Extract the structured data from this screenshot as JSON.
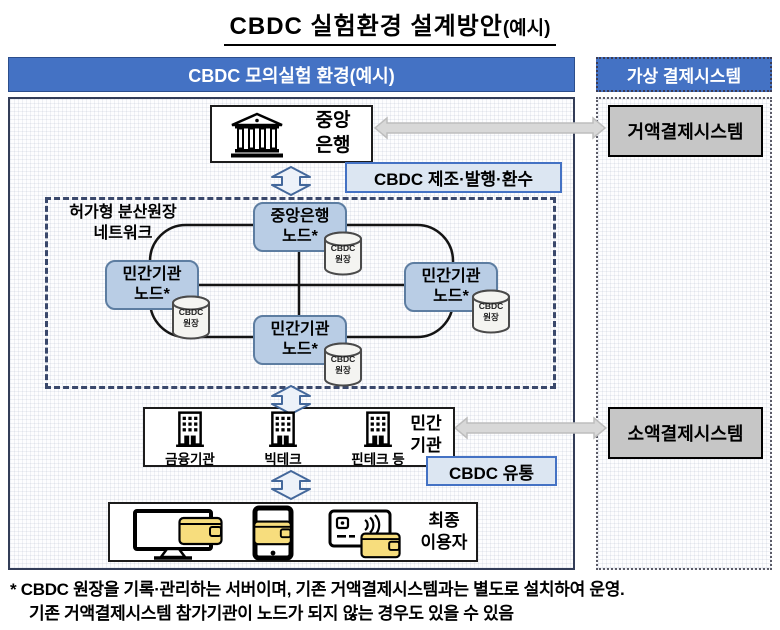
{
  "title": {
    "text": "CBDC 실험환경 설계방안",
    "suffix": "(예시)"
  },
  "panels": {
    "main_header": "CBDC 모의실험 환경(예시)",
    "right_header": "가상 결제시스템"
  },
  "central_bank": {
    "line1": "중앙",
    "line2": "은행"
  },
  "flow_labels": {
    "issuance": "CBDC 제조·발행·환수",
    "distribution": "CBDC 유통"
  },
  "network": {
    "title_line1": "허가형 분산원장",
    "title_line2": "네트워크",
    "node_central": {
      "line1": "중앙은행",
      "line2": "노드*"
    },
    "node_private": {
      "line1": "민간기관",
      "line2": "노드*"
    },
    "ledger": {
      "line1": "CBDC",
      "line2": "원장"
    }
  },
  "institutions": {
    "items": [
      "금융기관",
      "빅테크",
      "핀테크 등"
    ],
    "group_line1": "민간",
    "group_line2": "기관"
  },
  "end_users": {
    "line1": "최종",
    "line2": "이용자"
  },
  "virtual_systems": {
    "large_value": "거액결제시스템",
    "small_value": "소액결제시스템"
  },
  "footnote": {
    "line1": "* CBDC 원장을 기록·관리하는 서버이며, 기존 거액결제시스템과는 별도로 설치하여 운영.",
    "line2": "기존 거액결제시스템 참가기관이 노드가 되지 않는 경우도 있을 수 있음"
  },
  "colors": {
    "header_blue": "#4472c4",
    "node_fill": "#b9cde5",
    "label_fill": "#dce6f2",
    "gray_box": "#c6c6c6",
    "arrow_gray": "#d8d8d8"
  }
}
